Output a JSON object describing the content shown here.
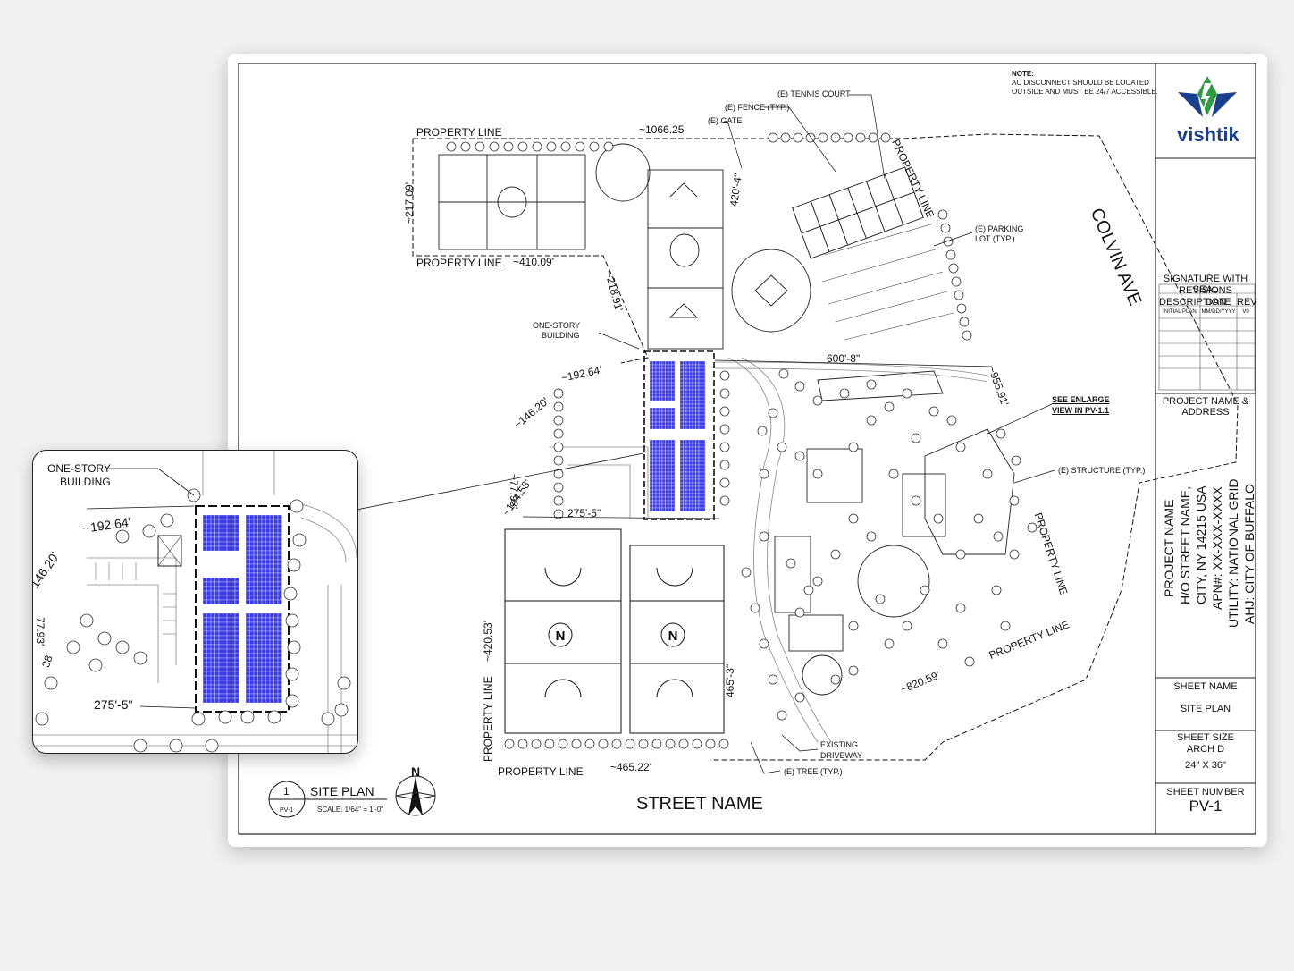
{
  "note": {
    "title": "NOTE:",
    "line1": "AC DISCONNECT SHOULD BE LOCATED",
    "line2": "OUTSIDE AND MUST BE 24/7 ACCESSIBLE."
  },
  "brand": {
    "name": "vishtik",
    "green": "#2e9b3c",
    "blue": "#1a3f8f"
  },
  "colors": {
    "solar": "#3b3be6",
    "ink": "#111111"
  },
  "labels": {
    "property_line": "PROPERTY LINE",
    "tennis_court": "(E) TENNIS COURT",
    "fence": "(E) FENCE (TYP.)",
    "gate": "(E) GATE",
    "parking_lot_1": "(E) PARKING",
    "parking_lot_2": "LOT (TYP.)",
    "colvin_ave": "COLVIN AVE",
    "one_story_1": "ONE-STORY",
    "one_story_2": "BUILDING",
    "see_enlarge_1": "SEE ENLARGE",
    "see_enlarge_2": "VIEW IN PV-1.1",
    "structure": "(E) STRUCTURE (TYP.)",
    "existing_1": "EXISTING",
    "existing_2": "DRIVEWAY",
    "tree": "(E) TREE (TYP.)",
    "street_name": "STREET NAME"
  },
  "dimensions": {
    "top": "~1066.25'",
    "left_field_h": "~217.09'",
    "left_field_w": "~410.09'",
    "diag_218": "~218.91'",
    "diamond": "420'-4\"",
    "d600": "600'-8\"",
    "d955": "~955.91'",
    "d192": "~192.64'",
    "d146": "~146.20'",
    "d77": "~77.93'",
    "d144": "~144.58'",
    "d275": "275'-5\"",
    "d420": "~420.53'",
    "d465a": "465'-3\"",
    "d465b": "~465.22'",
    "d820": "~820.59'"
  },
  "zoom_labels": {
    "one_story_1": "ONE-STORY",
    "one_story_2": "BUILDING",
    "d192": "~192.64'",
    "d146": "146.20'",
    "d77": "77.93'",
    "d38": "38'",
    "d275": "275'-5\""
  },
  "site_plan": {
    "number": "1",
    "sheet_ref": "PV-1",
    "title": "SITE PLAN",
    "scale": "SCALE: 1/64\" = 1'-0\"",
    "north": "N"
  },
  "title_block": {
    "signature": "SIGNATURE WITH SEAL",
    "revisions": "REVISIONS",
    "col_desc": "DESCRIPTION",
    "col_date": "DATE",
    "col_rev": "REV",
    "row_desc": "INITIAL PLAN",
    "row_date": "MM/DD/YYYY",
    "row_rev": "V0",
    "project_label": "PROJECT NAME & ADDRESS",
    "project_lines": [
      "PROJECT NAME",
      "H/O STREET NAME,",
      "CITY, NY 14215 USA",
      "APN#: XX-XXX-XXXX",
      "UTILITY: NATIONAL GRID",
      "AHJ: CITY OF BUFFALO"
    ],
    "sheet_name_label": "SHEET NAME",
    "sheet_name": "SITE PLAN",
    "sheet_size_label": "SHEET SIZE",
    "sheet_size_1": "ARCH D",
    "sheet_size_2": "24\" X 36\"",
    "sheet_number_label": "SHEET NUMBER",
    "sheet_number": "PV-1"
  }
}
